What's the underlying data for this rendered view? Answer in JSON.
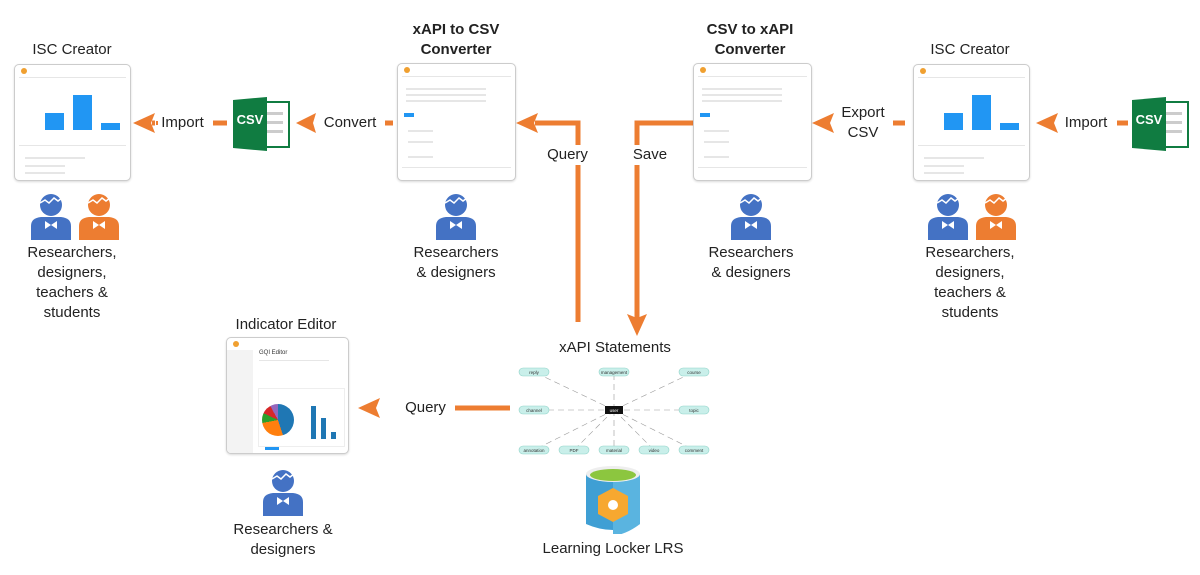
{
  "colors": {
    "arrow": "#ed7d31",
    "person_blue": "#4472c4",
    "person_orange": "#ed7d31",
    "csv_green": "#107c41",
    "bar_blue": "#2196f3",
    "node_fill": "#c9efea"
  },
  "isc_left": {
    "title": "ISC Creator",
    "users": [
      "Researchers,",
      "designers,",
      "teachers &",
      "students"
    ]
  },
  "converter_xapi_csv": {
    "title": [
      "xAPI to CSV",
      "Converter"
    ],
    "users": [
      "Researchers",
      "& designers"
    ]
  },
  "converter_csv_xapi": {
    "title": [
      "CSV to xAPI",
      "Converter"
    ],
    "users": [
      "Researchers",
      "& designers"
    ]
  },
  "isc_right": {
    "title": "ISC Creator",
    "users": [
      "Researchers,",
      "designers,",
      "teachers &",
      "students"
    ]
  },
  "indicator_editor": {
    "title": "Indicator Editor",
    "screen_title": "GQI Editor",
    "users": [
      "Researchers &",
      "designers"
    ]
  },
  "csv_icon_label": "CSV",
  "arrows": {
    "import_left": "Import",
    "convert": "Convert",
    "query_top": "Query",
    "save": "Save",
    "export_csv": [
      "Export",
      "CSV"
    ],
    "import_right": "Import",
    "query_bottom": "Query"
  },
  "xapi": {
    "title": "xAPI Statements",
    "center": "user",
    "nodes": [
      "reply",
      "management",
      "course",
      "channel",
      "topic",
      "annotation",
      "PDF",
      "material",
      "video",
      "comment"
    ]
  },
  "lrs": {
    "title": "Learning Locker LRS"
  }
}
